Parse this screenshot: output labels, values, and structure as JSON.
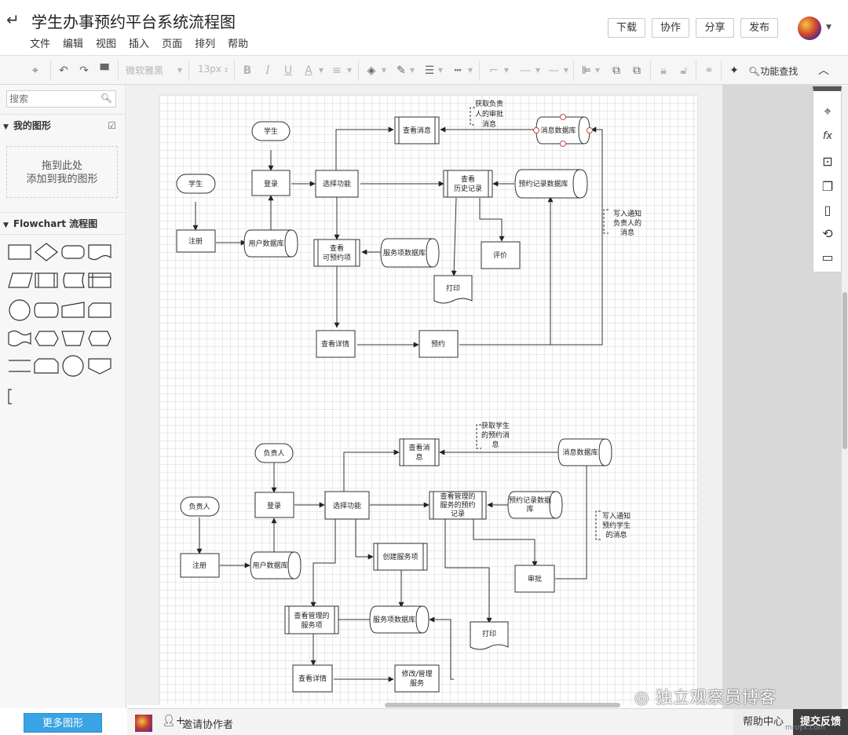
{
  "header": {
    "title": "学生办事预约平台系统流程图",
    "menu": [
      "文件",
      "编辑",
      "视图",
      "插入",
      "页面",
      "排列",
      "帮助"
    ],
    "buttons": [
      "下载",
      "协作",
      "分享",
      "发布"
    ]
  },
  "toolbar": {
    "font_name": "微软雅黑",
    "font_size": "13px",
    "feature_search": "功能查找"
  },
  "left_panel": {
    "search_placeholder": "搜索",
    "my_shapes": "我的图形",
    "drop_hint_1": "拖到此处",
    "drop_hint_2": "添加到我的图形",
    "flowchart_title": "Flowchart 流程图",
    "more_shapes": "更多图形"
  },
  "bottom_bar": {
    "invite": "邀请协作者",
    "help": "帮助中心",
    "feedback": "提交反馈"
  },
  "watermark": "独立观察员博客",
  "diagram1": {
    "student_top": "学生",
    "student": "学生",
    "login": "登录",
    "register": "注册",
    "user_db": "用户数据库",
    "select_func": "选择功能",
    "view_msg": "查看消息",
    "msg_db": "消息数据库",
    "view_history_1": "查看",
    "view_history_2": "历史记录",
    "reserve_db": "预约记录数据库",
    "view_bookable_1": "查看",
    "view_bookable_2": "可预约项",
    "service_db": "服务项数据库",
    "print": "打印",
    "evaluate": "评价",
    "view_detail": "查看详情",
    "reserve": "预约",
    "note_get_1": "获取负责",
    "note_get_2": "人的审批",
    "note_get_3": "消息",
    "note_write_1": "写入通知",
    "note_write_2": "负责人的",
    "note_write_3": "消息"
  },
  "diagram2": {
    "manager_top": "负责人",
    "manager": "负责人",
    "login": "登录",
    "register": "注册",
    "user_db": "用户数据库",
    "select_func": "选择功能",
    "view_msg_1": "查看消",
    "view_msg_2": "息",
    "msg_db": "消息数据库",
    "view_managed_1": "查看管理的",
    "view_managed_2": "服务的预约",
    "view_managed_3": "记录",
    "reserve_db_1": "预约记录数据",
    "reserve_db_2": "库",
    "create_service": "创建服务项",
    "approve": "审批",
    "view_services_1": "查看管理的",
    "view_services_2": "服务项",
    "service_db": "服务项数据库",
    "print": "打印",
    "view_detail": "查看详情",
    "modify_1": "修改/管理",
    "modify_2": "服务",
    "note_get_1": "获取学生",
    "note_get_2": "的预约消",
    "note_get_3": "息",
    "note_write_1": "写入通知",
    "note_write_2": "预约学生",
    "note_write_3": "的消息"
  }
}
